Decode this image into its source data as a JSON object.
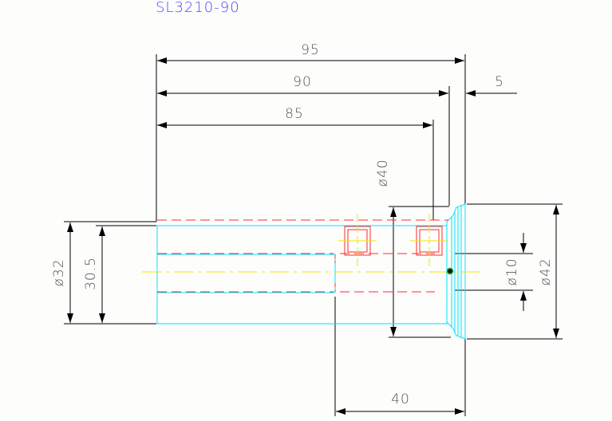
{
  "drawing": {
    "title": "SL3210-90",
    "dimensions": {
      "length_95": "95",
      "length_90": "90",
      "length_85": "85",
      "offset_5": "5",
      "length_40": "40",
      "dia_40": "ø40",
      "dia_32": "ø32",
      "dim_30_5": "30.5",
      "dia_10": "ø10",
      "dia_42": "ø42"
    },
    "colors": {
      "title": "#4a4cff",
      "dimension": "#000000",
      "outline": "#00e5ff",
      "hidden_line": "#ff2a2a",
      "center_line": "#f2e600"
    }
  }
}
